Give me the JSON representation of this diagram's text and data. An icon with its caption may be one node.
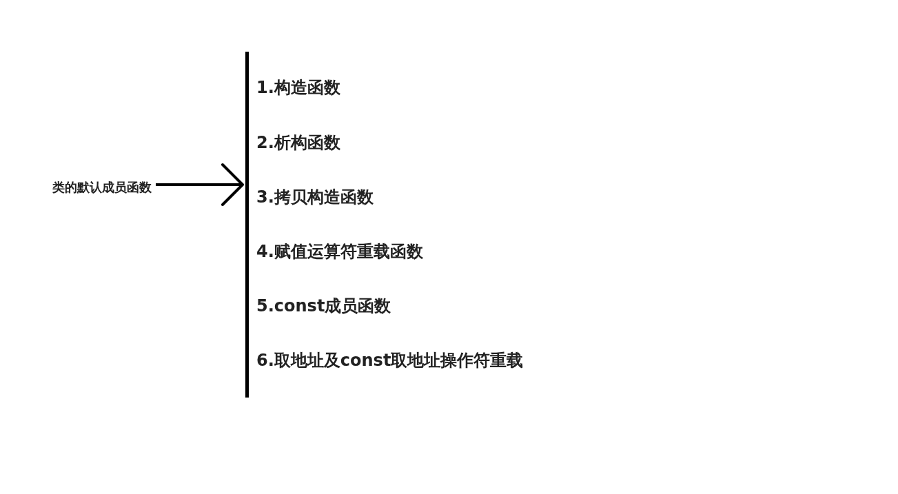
{
  "diagram": {
    "nodes": [
      {
        "text": [
          "类的默认成员函数"
        ]
      },
      {
        "text": [],
        "shape": "bar"
      }
    ],
    "edges": [
      {
        "from": 0,
        "to": 1,
        "arrow": "to"
      }
    ],
    "labels": [
      "1.构造函数",
      "2.析构函数",
      "3.拷贝构造函数",
      "4.赋值运算符重载函数",
      "5.const成员函数",
      "6.取地址及const取地址操作符重载"
    ]
  }
}
